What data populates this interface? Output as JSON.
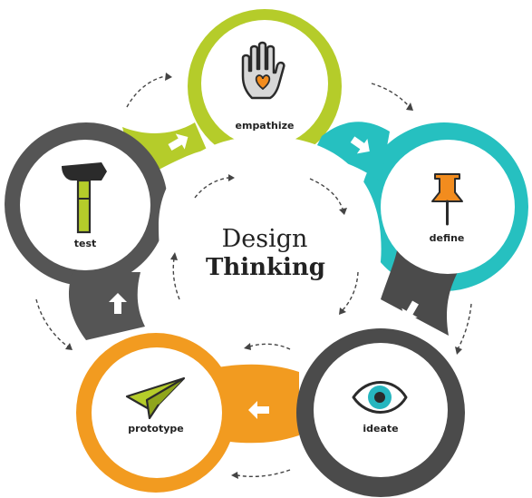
{
  "title": {
    "line1": "Design",
    "line2": "Thinking"
  },
  "stages": [
    {
      "id": "empathize",
      "label": "empathize",
      "color": "#b5cc2a",
      "icon": "hand-heart-icon"
    },
    {
      "id": "define",
      "label": "define",
      "color": "#26c0c0",
      "icon": "pushpin-icon"
    },
    {
      "id": "ideate",
      "label": "ideate",
      "color": "#4b4b4b",
      "icon": "eye-icon"
    },
    {
      "id": "prototype",
      "label": "prototype",
      "color": "#f29b20",
      "icon": "paper-plane-icon"
    },
    {
      "id": "test",
      "label": "test",
      "color": "#555555",
      "icon": "hammer-icon"
    }
  ],
  "colors": {
    "icon_dark": "#2b2b2b",
    "orange_accent": "#f28c1e",
    "lime_accent": "#b5cc2a",
    "teal_accent": "#26b6bf"
  }
}
